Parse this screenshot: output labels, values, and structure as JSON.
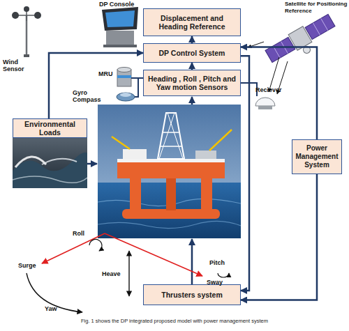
{
  "diagram": {
    "caption": "Fig. 1 shows the DP integrated proposed model with power management system",
    "nodes": [
      {
        "text": [
          "Displacement and Heading Reference"
        ]
      },
      {
        "text": [
          "DP Control System"
        ]
      },
      {
        "text": [
          "Heading , Roll , Pitch and Yaw motion Sensors"
        ]
      },
      {
        "text": [
          "Environmental Loads"
        ]
      },
      {
        "text": [
          "Power Management System"
        ]
      },
      {
        "text": [
          "Thrusters system"
        ]
      }
    ],
    "edges": [
      {
        "from": 3,
        "to": 1,
        "arrow": "to"
      },
      {
        "from": 1,
        "to": 0,
        "arrow": "to"
      },
      {
        "from": 2,
        "to": 1,
        "arrow": "to"
      },
      {
        "from": 1,
        "to": 5,
        "arrow": "to"
      },
      {
        "from": 4,
        "to": 1,
        "arrow": "to"
      },
      {
        "from": 4,
        "to": 5,
        "arrow": "to"
      }
    ],
    "labels": [
      "Wind Sensor",
      "DP Console",
      "Satellite for Positioning Reference",
      "MRU",
      "Gyro Compass",
      "Reciever",
      "Roll",
      "Surge",
      "Heave",
      "Yaw",
      "Pitch",
      "Sway"
    ]
  }
}
